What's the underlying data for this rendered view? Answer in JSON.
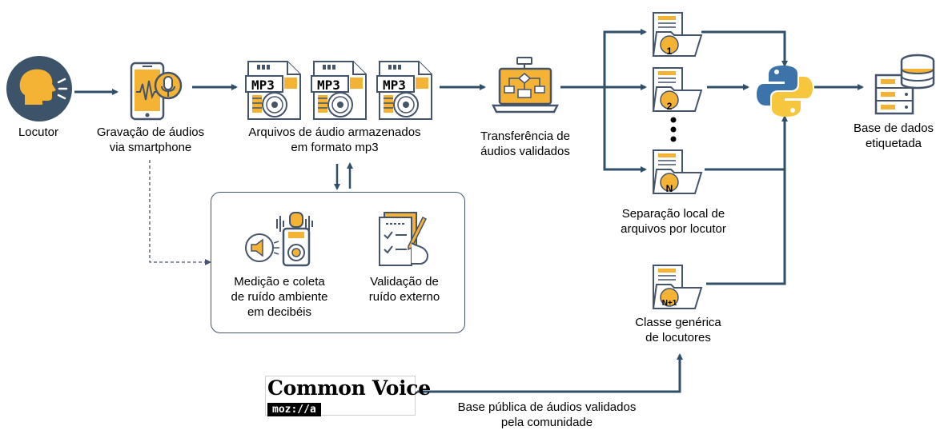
{
  "nodes": {
    "speaker": "Locutor",
    "recording": [
      "Gravação de áudios",
      "via smartphone"
    ],
    "mp3": {
      "label": [
        "Arquivos de áudio armazenados",
        "em formato mp3"
      ],
      "badge": "MP3"
    },
    "transfer": [
      "Transferência de",
      "áudios validados"
    ],
    "noise_measure": [
      "Medição e coleta",
      "de ruído ambiente",
      "em decibéis"
    ],
    "noise_validation": [
      "Validação de",
      "ruído externo"
    ],
    "separation": [
      "Separação local de",
      "arquivos por locutor"
    ],
    "generic_class": [
      "Classe genérica",
      "de locutores"
    ],
    "database": [
      "Base de dados",
      "etiquetada"
    ],
    "public_base": [
      "Base pública de áudios validados",
      "pela comunidade"
    ]
  },
  "folders": [
    "1",
    "2",
    "N",
    "N+1"
  ],
  "logo": {
    "title": "Common Voice",
    "brand": "moz://a"
  },
  "icons": [
    "speaker-head-icon",
    "smartphone-recording-icon",
    "mp3-file-icon",
    "laptop-flowchart-icon",
    "folder-icon",
    "python-logo-icon",
    "database-server-icon",
    "decibel-meter-icon",
    "checklist-icon"
  ],
  "colors": {
    "accent": "#f5b335",
    "stroke": "#44546a",
    "arrow": "#2f4f6a",
    "speaker_bg": "#3c5369"
  }
}
